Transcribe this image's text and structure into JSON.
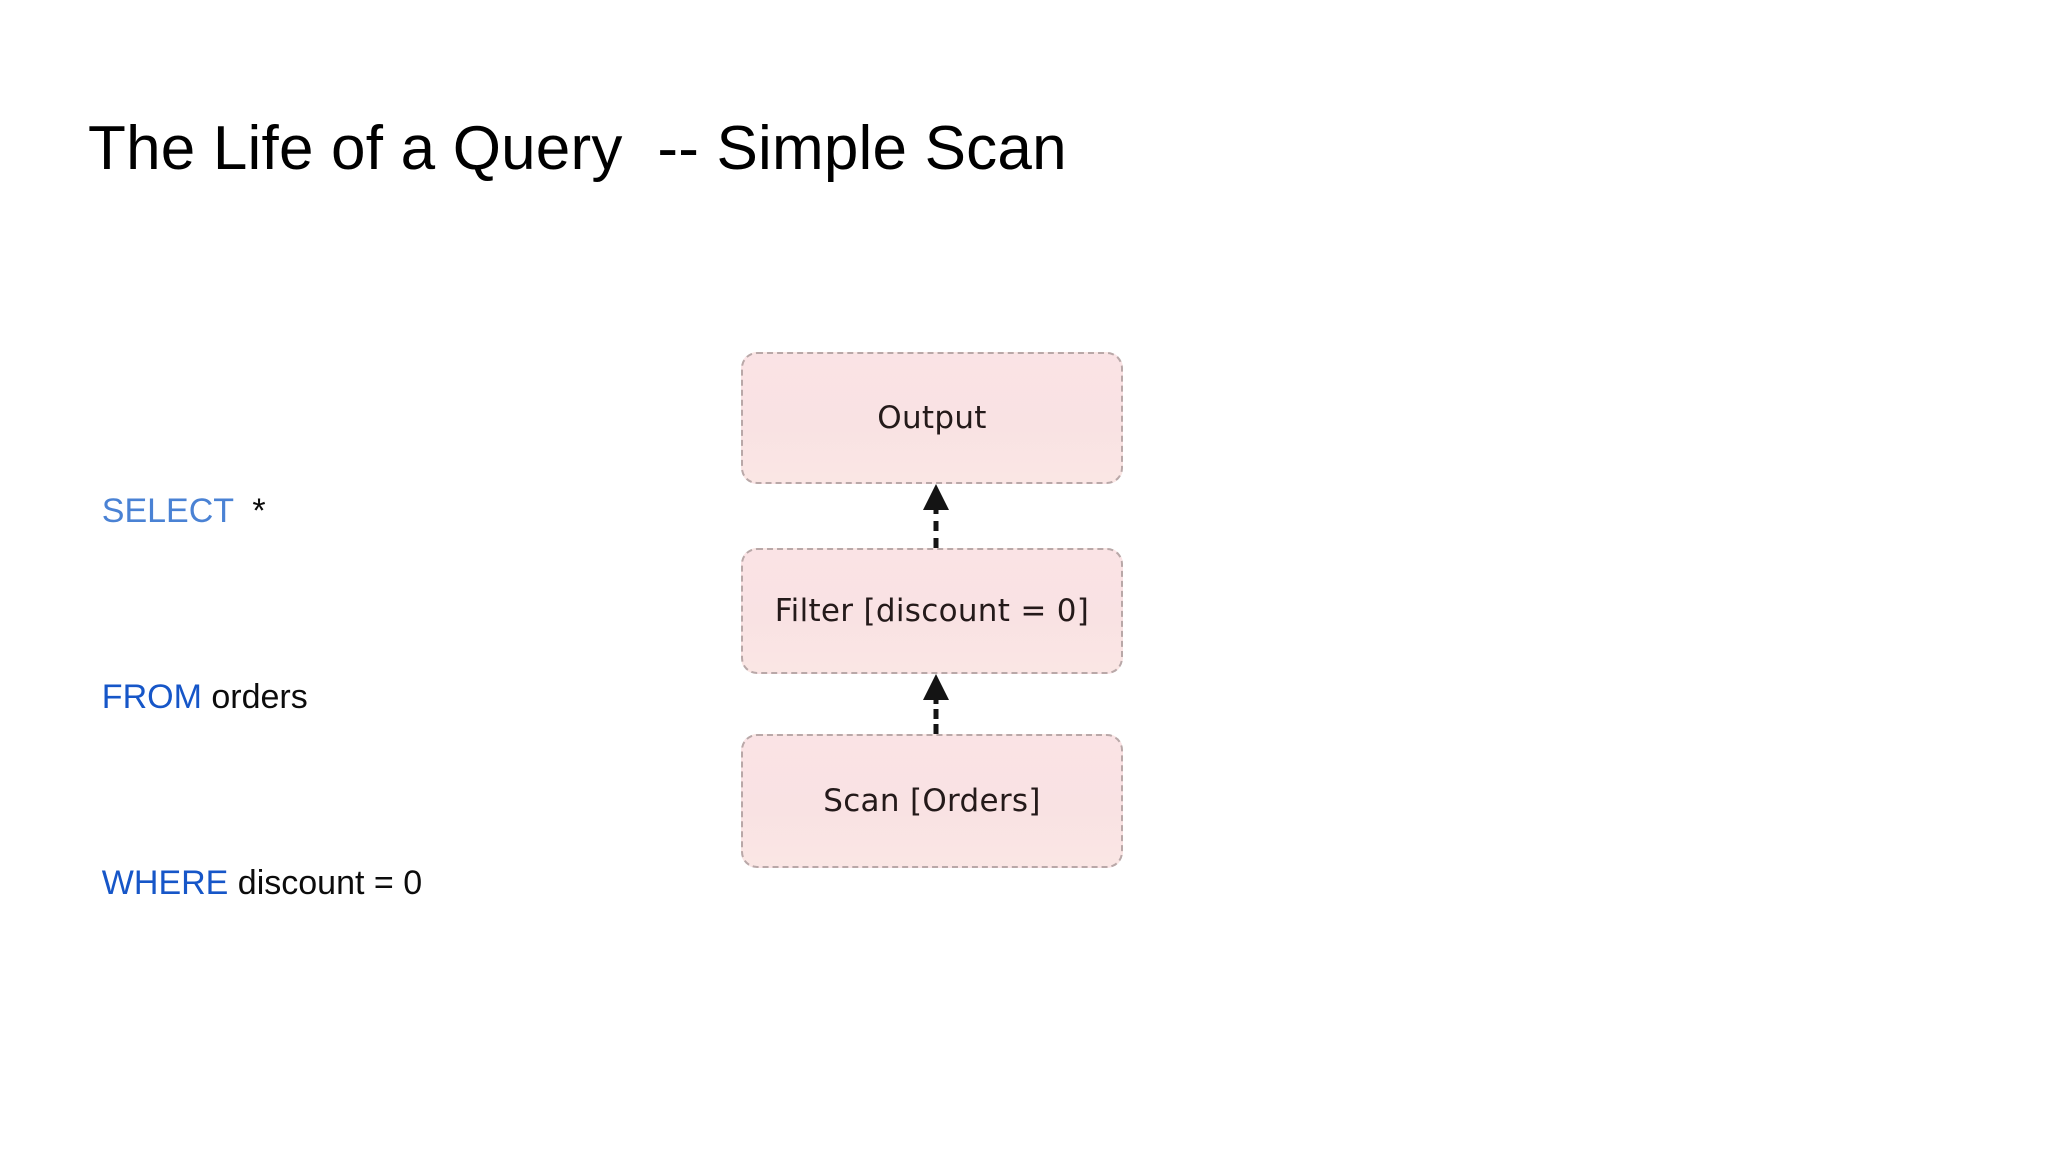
{
  "slide": {
    "title": "The Life of a Query  -- Simple Scan",
    "background_color": "#ffffff"
  },
  "query": {
    "keyword_color_select": "#4a82d4",
    "keyword_color": "#1656c8",
    "text_color": "#000000",
    "lines": [
      {
        "keyword": "SELECT",
        "rest": "  *"
      },
      {
        "keyword": "FROM",
        "rest": " orders"
      },
      {
        "keyword": "WHERE",
        "rest": " discount = 0"
      }
    ]
  },
  "plan": {
    "node_fill": "#f9e3e4",
    "node_border": "#b9a8a8",
    "arrow_color": "#141414",
    "nodes": [
      {
        "label": "Output"
      },
      {
        "label": "Filter [discount = 0]"
      },
      {
        "label": "Scan [Orders]"
      }
    ],
    "arrows": [
      {
        "direction": "up",
        "style": "dashed"
      },
      {
        "direction": "up",
        "style": "dashed"
      }
    ]
  }
}
